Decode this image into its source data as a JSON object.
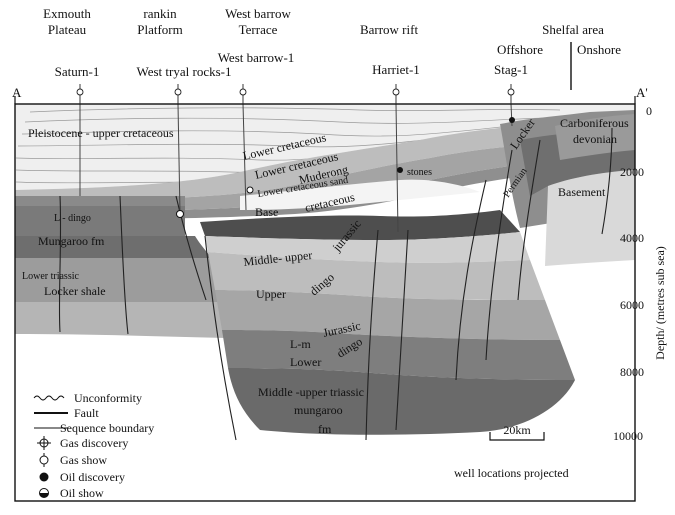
{
  "section": {
    "left_end": "A",
    "right_end": "A'"
  },
  "regions": [
    {
      "line1": "Exmouth",
      "line2": "Plateau"
    },
    {
      "line1": "rankin",
      "line2": "Platform"
    },
    {
      "line1": "West barrow",
      "line2": "Terrace"
    },
    {
      "line1": "Barrow  rift",
      "line2": ""
    },
    {
      "line1": "Shelfal area",
      "line2": ""
    }
  ],
  "subregions": [
    "Offshore",
    "Onshore"
  ],
  "wells": [
    "Saturn-1",
    "West tryal rocks-1",
    "West barrow-1",
    "Harriet-1",
    "Stag-1"
  ],
  "depth_axis": {
    "title": "Depth/ (metres sub sea)",
    "ticks": [
      "0",
      "2000",
      "4000",
      "6000",
      "8000",
      "10000"
    ]
  },
  "units": [
    {
      "text": "Pleistocene  - upper cretaceous"
    },
    {
      "text": "Lower  cretaceous"
    },
    {
      "text": "Lower  cretaceous"
    },
    {
      "text": "Muderong"
    },
    {
      "text": "Lower  cretaceous sand"
    },
    {
      "text": "stones"
    },
    {
      "text": "Base"
    },
    {
      "text": "cretaceous"
    },
    {
      "text": "L - dingo"
    },
    {
      "text": "Mungaroo fm"
    },
    {
      "text": "Lower triassic"
    },
    {
      "text": "Locker shale"
    },
    {
      "text": "Middle- upper"
    },
    {
      "text": "jurassic"
    },
    {
      "text": "dingo"
    },
    {
      "text": "Upper"
    },
    {
      "text": "Jurassic"
    },
    {
      "text": "L-m"
    },
    {
      "text": "dingo"
    },
    {
      "text": "Lower"
    },
    {
      "text": "Middle -upper triassic"
    },
    {
      "text": "mungaroo"
    },
    {
      "text": "fm"
    },
    {
      "text": "Locker"
    },
    {
      "text": "Permian"
    },
    {
      "text": "Carboniferous"
    },
    {
      "text": "devonian"
    },
    {
      "text": "Basement"
    }
  ],
  "legend": [
    {
      "symbol": "unconformity",
      "label": "Unconformity"
    },
    {
      "symbol": "fault",
      "label": "Fault"
    },
    {
      "symbol": "sequence-boundary",
      "label": "Sequence boundary"
    },
    {
      "symbol": "gas-discovery",
      "label": "Gas discovery"
    },
    {
      "symbol": "gas-show",
      "label": "Gas show"
    },
    {
      "symbol": "oil-discovery",
      "label": "Oil discovery"
    },
    {
      "symbol": "oil-show",
      "label": "Oil show"
    }
  ],
  "scale_bar": "20km",
  "footnote": "well locations projected"
}
